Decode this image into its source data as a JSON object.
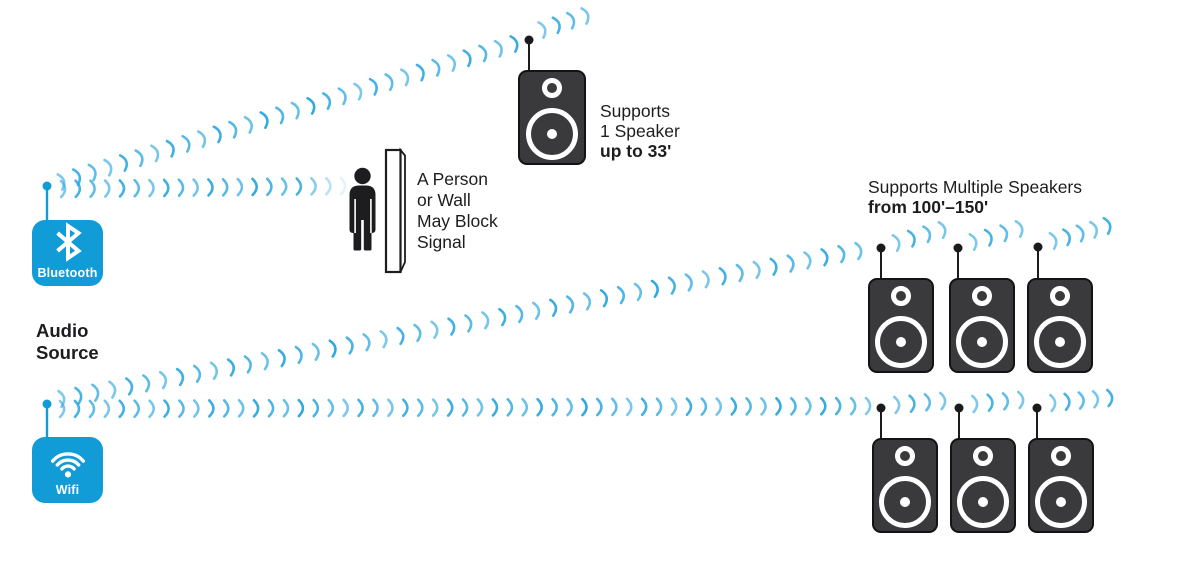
{
  "diagram": {
    "audio_source_label": "Audio Source",
    "sources": {
      "bluetooth": {
        "label": "Bluetooth"
      },
      "wifi": {
        "label": "Wifi"
      }
    },
    "blocker_note": {
      "lines": [
        "A Person",
        "or Wall",
        "May Block",
        "Signal"
      ]
    },
    "single_speaker_note": {
      "lines": [
        "Supports",
        "1 Speaker"
      ],
      "bold_line": "up to 33'"
    },
    "multi_speaker_note": {
      "lines": [
        "Supports Multiple Speakers"
      ],
      "bold_line": "from 100'–150'"
    },
    "signals": [
      {
        "name": "bluetooth-to-single-speaker",
        "source": "Bluetooth",
        "blocked": false
      },
      {
        "name": "bluetooth-toward-person-wall",
        "source": "Bluetooth",
        "blocked": true
      },
      {
        "name": "wifi-to-upper-speaker-group",
        "source": "Wifi",
        "blocked": false
      },
      {
        "name": "wifi-to-lower-speaker-group",
        "source": "Wifi",
        "blocked": false
      }
    ],
    "colors": {
      "brand_blue": "#119cd8",
      "wave_blue": "#2fa8df",
      "speaker_body": "#3a3a3c",
      "speaker_outline": "#131315",
      "ink": "#1d1d1f"
    }
  }
}
